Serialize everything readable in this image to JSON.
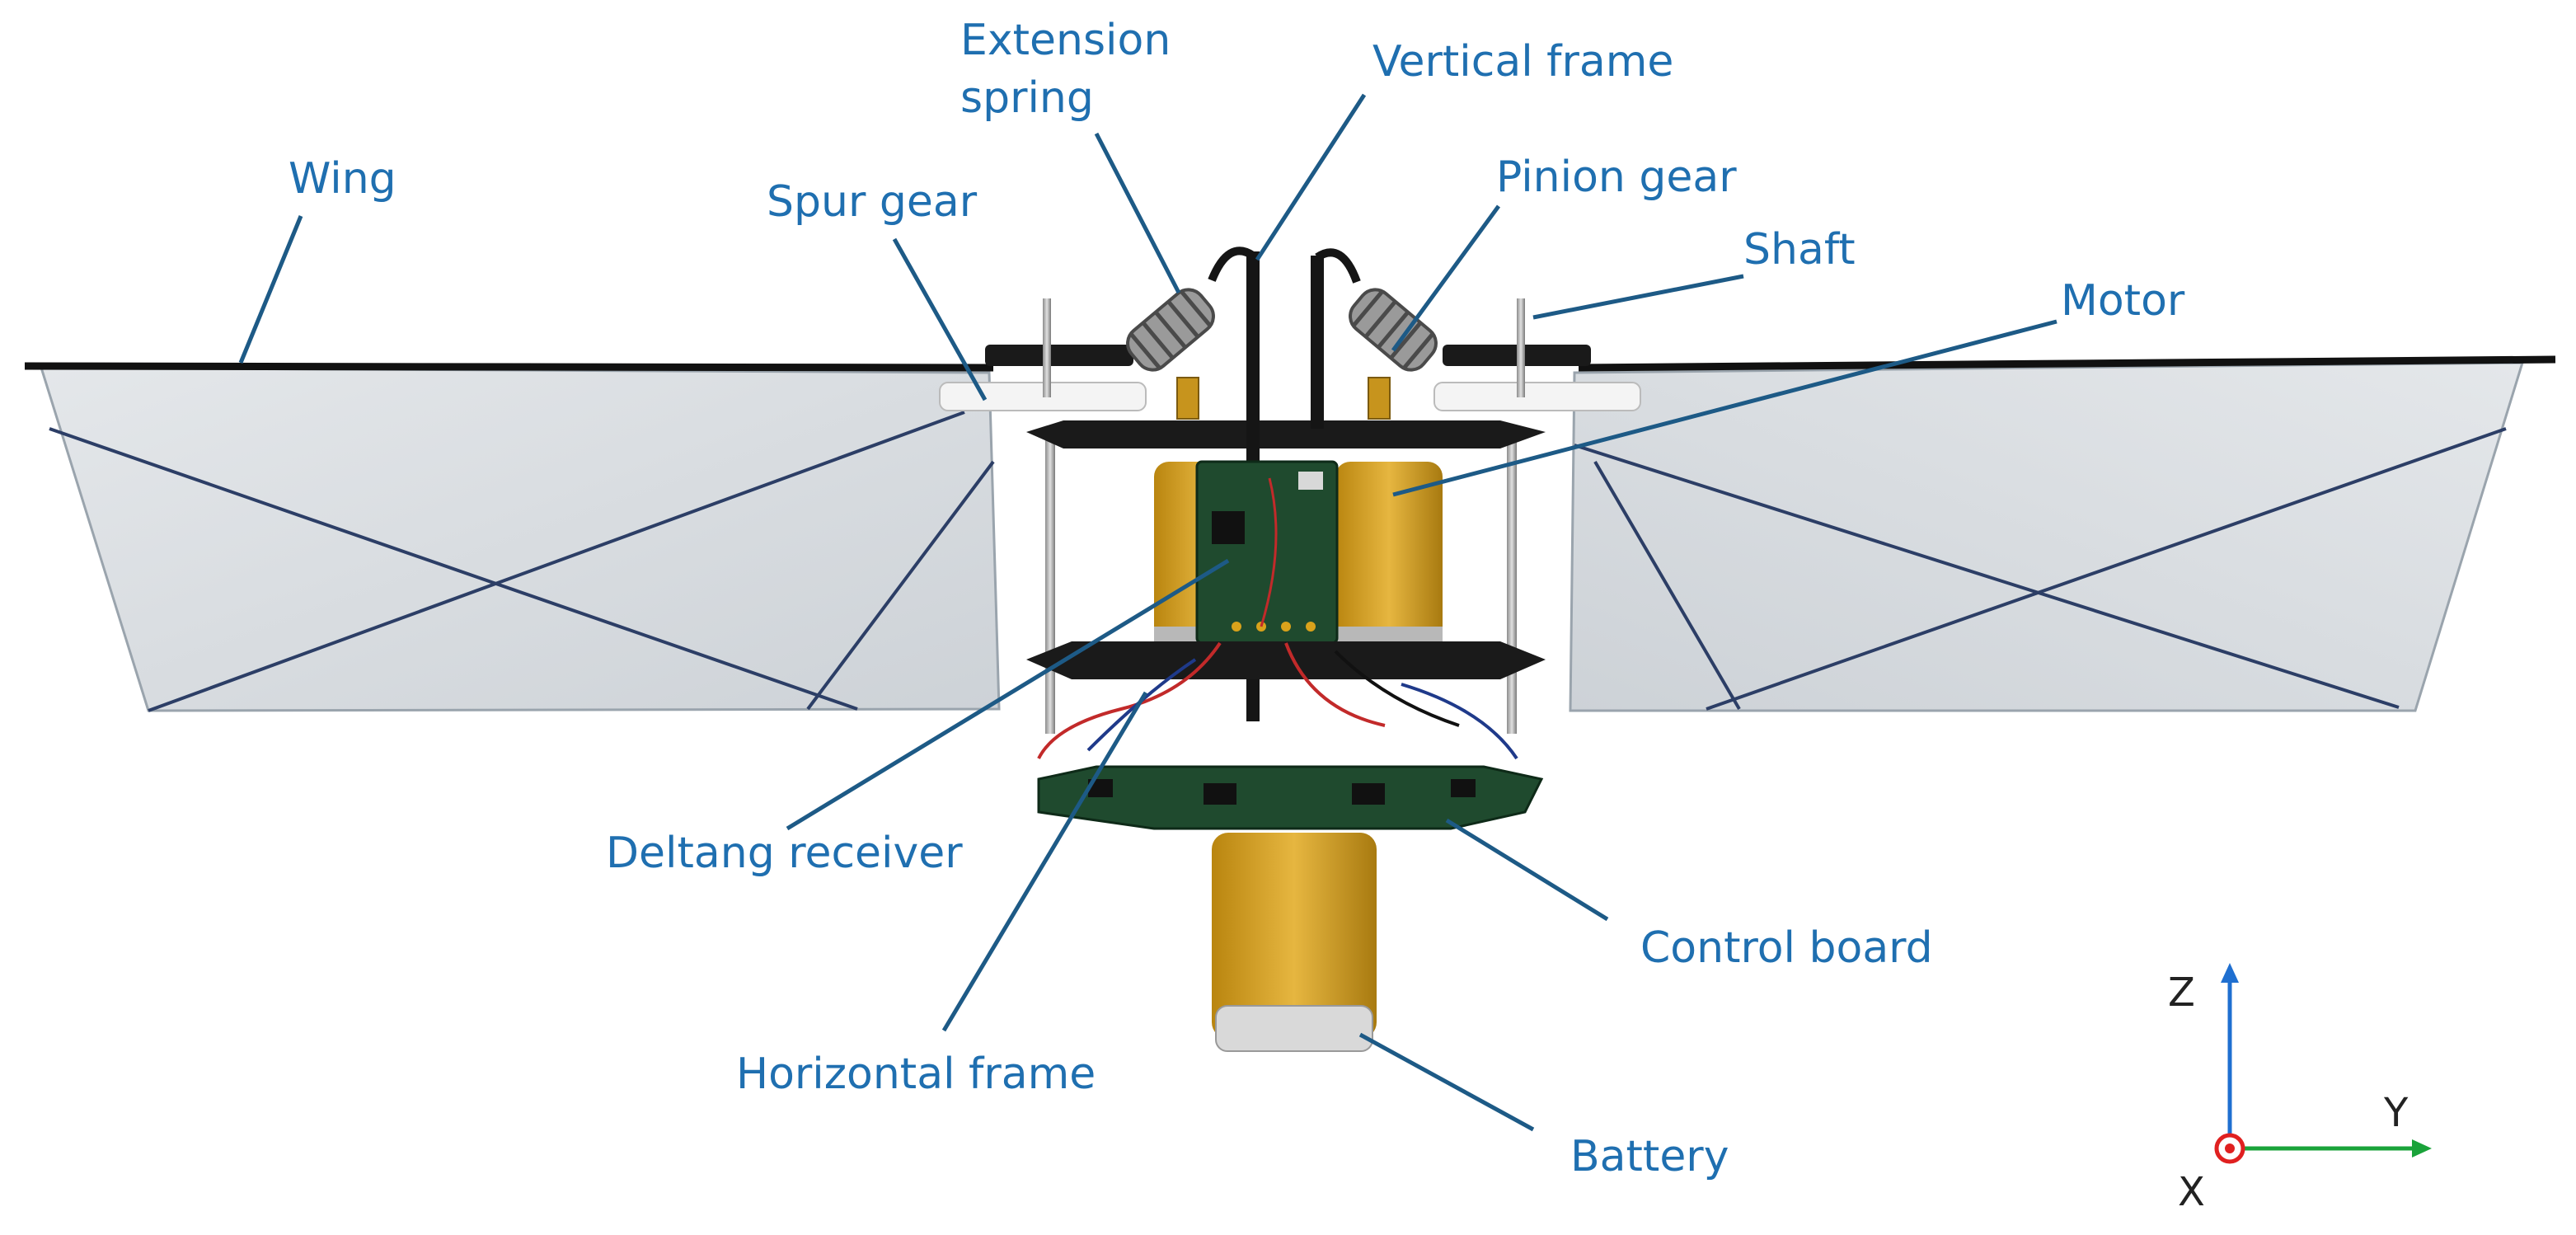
{
  "labels": {
    "wing": "Wing",
    "spur_gear": "Spur gear",
    "extension_spring_line1": "Extension",
    "extension_spring_line2": "spring",
    "vertical_frame": "Vertical frame",
    "pinion_gear": "Pinion gear",
    "shaft": "Shaft",
    "motor": "Motor",
    "deltang_receiver": "Deltang receiver",
    "horizontal_frame": "Horizontal frame",
    "control_board": "Control board",
    "battery": "Battery"
  },
  "axes": {
    "z": "Z",
    "y": "Y",
    "x": "X",
    "z_color": "#1f6fd0",
    "y_color": "#1aa33a",
    "x_color": "#e02020"
  },
  "colors": {
    "label": "#1f6fb0",
    "leader": "#1d5a86",
    "wing_film": "#d8dce0",
    "frame": "#1a1a1a",
    "kapton": "#d9a21b",
    "pcb": "#1f4a2e",
    "gear": "#f2f2f2"
  }
}
